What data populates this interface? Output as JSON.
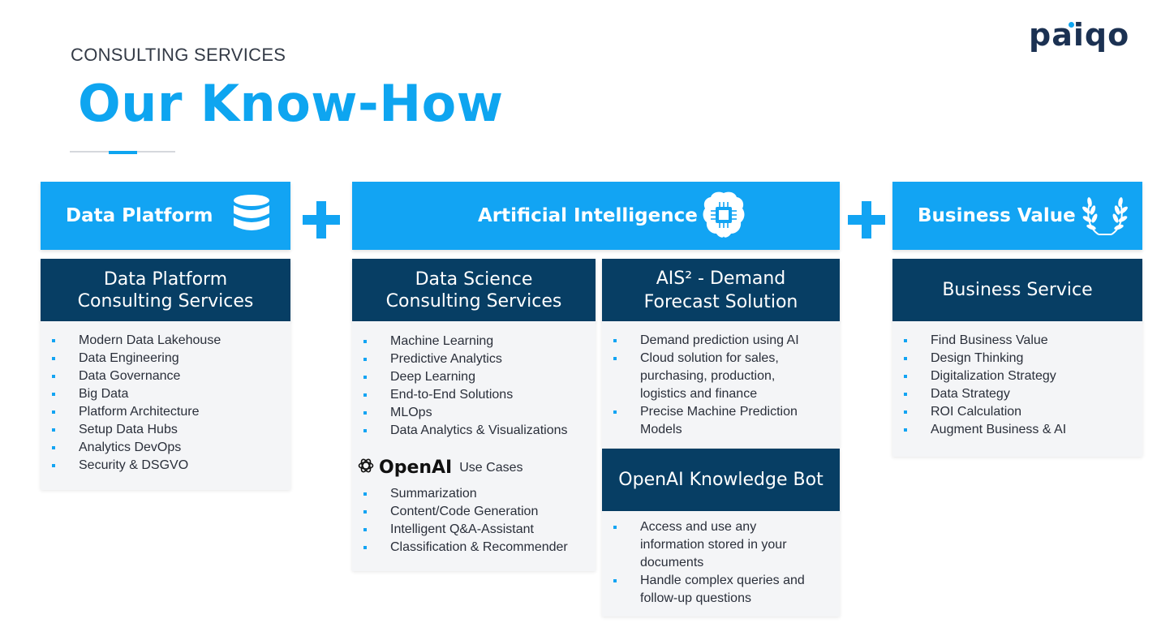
{
  "brand": {
    "logo_text": "paiqo"
  },
  "page": {
    "kicker": "CONSULTING SERVICES",
    "title": "Our Know-How"
  },
  "columns": {
    "data_platform": {
      "header": "Data Platform",
      "header_icon": "database-icon",
      "subhead": "Data Platform\nConsulting Services",
      "items": [
        "Modern Data Lakehouse",
        "Data Engineering",
        "Data Governance",
        "Big Data",
        "Platform Architecture",
        "Setup Data Hubs",
        "Analytics DevOps",
        "Security & DSGVO"
      ]
    },
    "ai": {
      "header": "Artificial Intelligence",
      "header_icon": "brain-chip-icon",
      "data_science": {
        "subhead": "Data Science\nConsulting Services",
        "items": [
          "Machine Learning",
          "Predictive Analytics",
          "Deep Learning",
          "End-to-End Solutions",
          "MLOps",
          "Data Analytics & Visualizations"
        ],
        "openai_logo_icon": "openai-icon",
        "openai_word": "OpenAI",
        "openai_sub": "Use Cases",
        "openai_items": [
          "Summarization",
          "Content/Code Generation",
          "Intelligent Q&A-Assistant",
          "Classification & Recommender"
        ]
      },
      "ais2": {
        "subhead": "AIS² - Demand\nForecast Solution",
        "items": [
          "Demand prediction using AI",
          "Cloud solution for sales, purchasing, production, logistics and finance",
          "Precise Machine Prediction Models"
        ]
      },
      "knowledge_bot": {
        "subhead": "OpenAI Knowledge Bot",
        "items": [
          "Access and use any information stored in your documents",
          "Handle complex queries and follow-up questions"
        ]
      }
    },
    "business_value": {
      "header": "Business Value",
      "header_icon": "laurel-wreath-icon",
      "subhead": "Business Service",
      "items": [
        "Find Business Value",
        "Design Thinking",
        "Digitalization Strategy",
        "Data Strategy",
        "ROI Calculation",
        "Augment Business & AI"
      ]
    }
  },
  "colors": {
    "accent": "#12a4f3",
    "navy": "#073e64",
    "panel": "#f4f5f7"
  }
}
